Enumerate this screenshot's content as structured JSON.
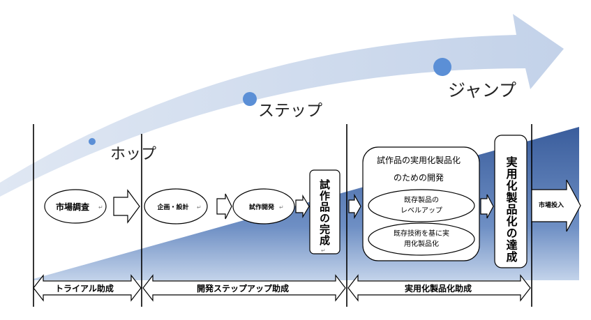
{
  "stages": {
    "hop": "ホップ",
    "step": "ステップ",
    "jump": "ジャンプ"
  },
  "process": {
    "market_research": "市場調査",
    "planning_design": "企画・設計",
    "prototype_dev": "試作開発",
    "prototype_complete": "試作品の完成",
    "practical_dev_line1": "試作品の実用化製品化",
    "practical_dev_line2": "のための開発",
    "level_up_line1": "既存製品の",
    "level_up_line2": "レベルアップ",
    "practical_tech_line1": "既存技術を基に実",
    "practical_tech_line2": "用化製品化",
    "practical_achieved": "実用化製品化の達成",
    "market_launch": "市場投入"
  },
  "grants": {
    "trial": "トライアル助成",
    "dev_step_up": "開発ステップアップ助成",
    "practical": "実用化製品化助成"
  },
  "colors": {
    "sweep_arrow": "#c8d5ea",
    "dot": "#5b8fd6",
    "wedge_dark": "#3e62a3",
    "wedge_light": "#b8cbe6",
    "line": "#000000",
    "edit_mark": "#7f7f7f"
  }
}
